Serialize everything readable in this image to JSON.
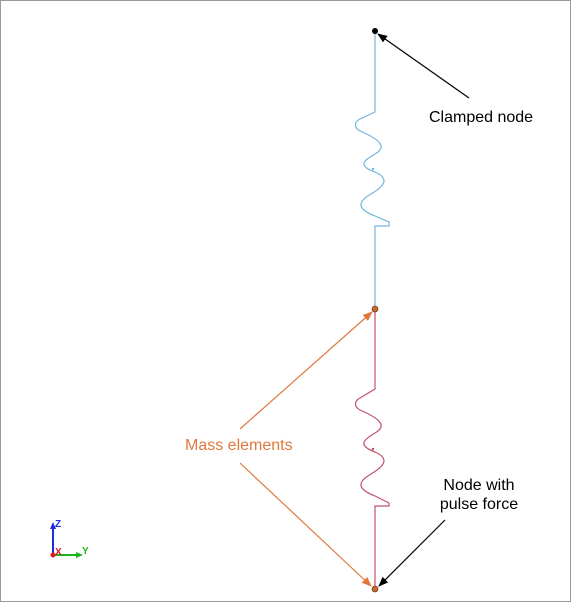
{
  "labels": {
    "clamped_node": "Clamped node",
    "mass_elements": "Mass elements",
    "pulse_node_line1": "Node with",
    "pulse_node_line2": "pulse force"
  },
  "triad": {
    "z_label": "Z",
    "y_label": "Y",
    "x_label": "X"
  },
  "colors": {
    "spring_upper": "#6fb6e0",
    "spring_lower": "#c0506a",
    "annotation_black": "#000000",
    "annotation_orange": "#e0783c",
    "mass_node_fill": "#c96a2c",
    "axis_z": "#1a2ee0",
    "axis_y": "#19b519",
    "axis_x": "#e01a1a"
  }
}
